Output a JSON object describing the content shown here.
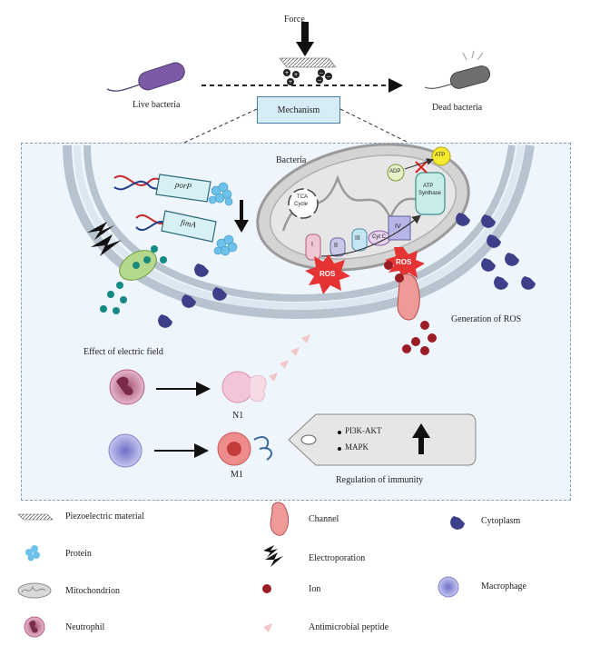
{
  "top": {
    "force_label": "Force",
    "live_label": "Live bacteria",
    "dead_label": "Dead bacteria",
    "mechanism_label": "Mechanism"
  },
  "cell": {
    "bacteria_label": "Bacteria",
    "porP_label": "porP",
    "fimA_label": "fimA",
    "tca_label_1": "TCA",
    "tca_label_2": "Cycle",
    "complex_I": "I",
    "complex_II": "II",
    "complex_III": "III",
    "complex_IV": "IV",
    "cyt_c": "Cyt C",
    "adp_label": "ADP",
    "atp_label": "ATP",
    "atp_synthase_1": "ATP",
    "atp_synthase_2": "Synthase",
    "ros_label_1": "ROS",
    "ros_label_2": "ROS",
    "generation_ros": "Generation of ROS",
    "electric_field": "Effect of electric field",
    "n1_label": "N1",
    "m1_label": "M1",
    "pathway_1": "PI3K-AKT",
    "pathway_2": "MAPK",
    "regulation_label": "Regulation of immunity"
  },
  "legend": [
    {
      "label": "Piezoelectric material",
      "icon": "piezoelectric-material-icon"
    },
    {
      "label": "Channel",
      "icon": "channel-icon"
    },
    {
      "label": "Cytoplasm",
      "icon": "cytoplasm-icon"
    },
    {
      "label": "Protein",
      "icon": "protein-icon"
    },
    {
      "label": "Electroporation",
      "icon": "electroporation-icon"
    },
    {
      "label": "Mitochondrion",
      "icon": "mitochondrion-icon"
    },
    {
      "label": "Ion",
      "icon": "ion-icon"
    },
    {
      "label": "Macrophage",
      "icon": "macrophage-icon"
    },
    {
      "label": "Neutrophil",
      "icon": "neutrophil-icon"
    },
    {
      "label": "Antimicrobial peptide",
      "icon": "antimicrobial-peptide-icon"
    }
  ],
  "colors": {
    "cell_bg": "#eef5fc",
    "membrane": "#a9b7c4",
    "ros": "#e8383d",
    "ion": "#9b1c24",
    "cytoplasm_pac": "#3e3f8a",
    "protein": "#63b9e6",
    "mito_fill": "#d8d8d8",
    "macrophage": "#a7a8e0",
    "neutrophil": "#c77ca0"
  }
}
